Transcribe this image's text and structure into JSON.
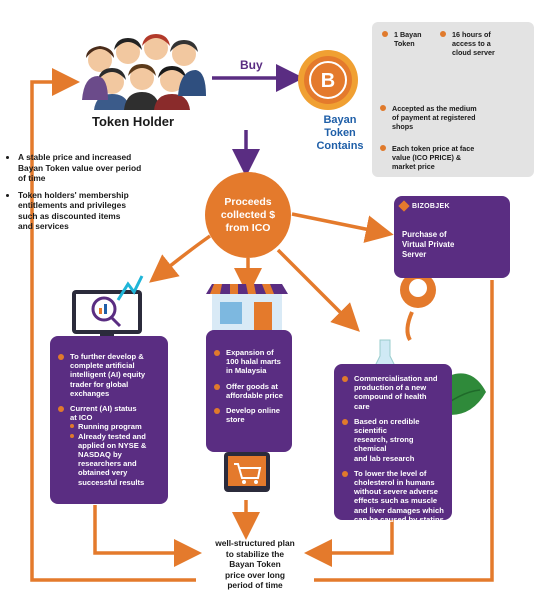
{
  "token_holder": {
    "title": "Token Holder"
  },
  "buy_label": "Buy",
  "coin": {
    "label_line1": "Bayan",
    "label_line2": "Token",
    "label_line3": "Contains"
  },
  "contains_box": {
    "item1_line1": "1 Bayan",
    "item1_line2": "Token",
    "item2_line1": "16 hours of",
    "item2_line2": "access to a",
    "item2_line3": "cloud server",
    "item3_line1": "Accepted as the medium",
    "item3_line2": "of payment at registered",
    "item3_line3": "shops",
    "item4_line1": "Each token price at face",
    "item4_line2": "value (ICO PRICE) &",
    "item4_line3": "market price"
  },
  "left_bullets": {
    "b1_line1": "A stable price and increased",
    "b1_line2": "Bayan Token value over period",
    "b1_line3": "of time",
    "b2_line1": "Token holders' membership",
    "b2_line2": "entitlements and privileges",
    "b2_line3": "such as discounted items",
    "b2_line4": "and services"
  },
  "proceeds": {
    "line1": "Proceeds",
    "line2": "collected $",
    "line3": "from ICO"
  },
  "server_card": {
    "logo": "BIZOBJEK",
    "line1": "Purchase of",
    "line2": "Virtual Private",
    "line3": "Server"
  },
  "ai_card": {
    "p1_line1": "To further develop &",
    "p1_line2": "complete artificial",
    "p1_line3": "intelligent (AI) equity",
    "p1_line4": "trader for global",
    "p1_line5": "exchanges",
    "p2_line1": "Current (AI) status",
    "p2_line2": "at ICO",
    "s1": "Running program",
    "s2_line1": "Already tested and",
    "s2_line2": "applied on NYSE &",
    "s2_line3": "NASDAQ by",
    "s2_line4": "researchers and",
    "s2_line5": "obtained very",
    "s2_line6": "successful results"
  },
  "mart_card": {
    "p1_line1": "Expansion of",
    "p1_line2": "100 halal marts",
    "p1_line3": "in Malaysia",
    "p2_line1": "Offer goods at",
    "p2_line2": "affordable price",
    "p3_line1": "Develop online",
    "p3_line2": "store"
  },
  "health_card": {
    "p1_line1": "Commercialisation and",
    "p1_line2": "production of a new",
    "p1_line3": "compound of health",
    "p1_line4": "care",
    "p2_line1": "Based on credible scientific",
    "p2_line2": "research, strong chemical",
    "p2_line3": "and lab research",
    "p3_line1": "To lower the level of",
    "p3_line2": "cholesterol in humans",
    "p3_line3": "without severe adverse",
    "p3_line4": "effects such as muscle",
    "p3_line5": "and liver damages which",
    "p3_line6": "can be caused by statins."
  },
  "bottom": {
    "line1": "well-structured plan",
    "line2": "to stabilize the",
    "line3": "Bayan Token",
    "line4": "price over long",
    "line5": "period of time"
  },
  "colors": {
    "purple": "#5a2d82",
    "orange": "#e47a2c",
    "grey": "#e3e3e3",
    "blue": "#1f5fa8"
  }
}
